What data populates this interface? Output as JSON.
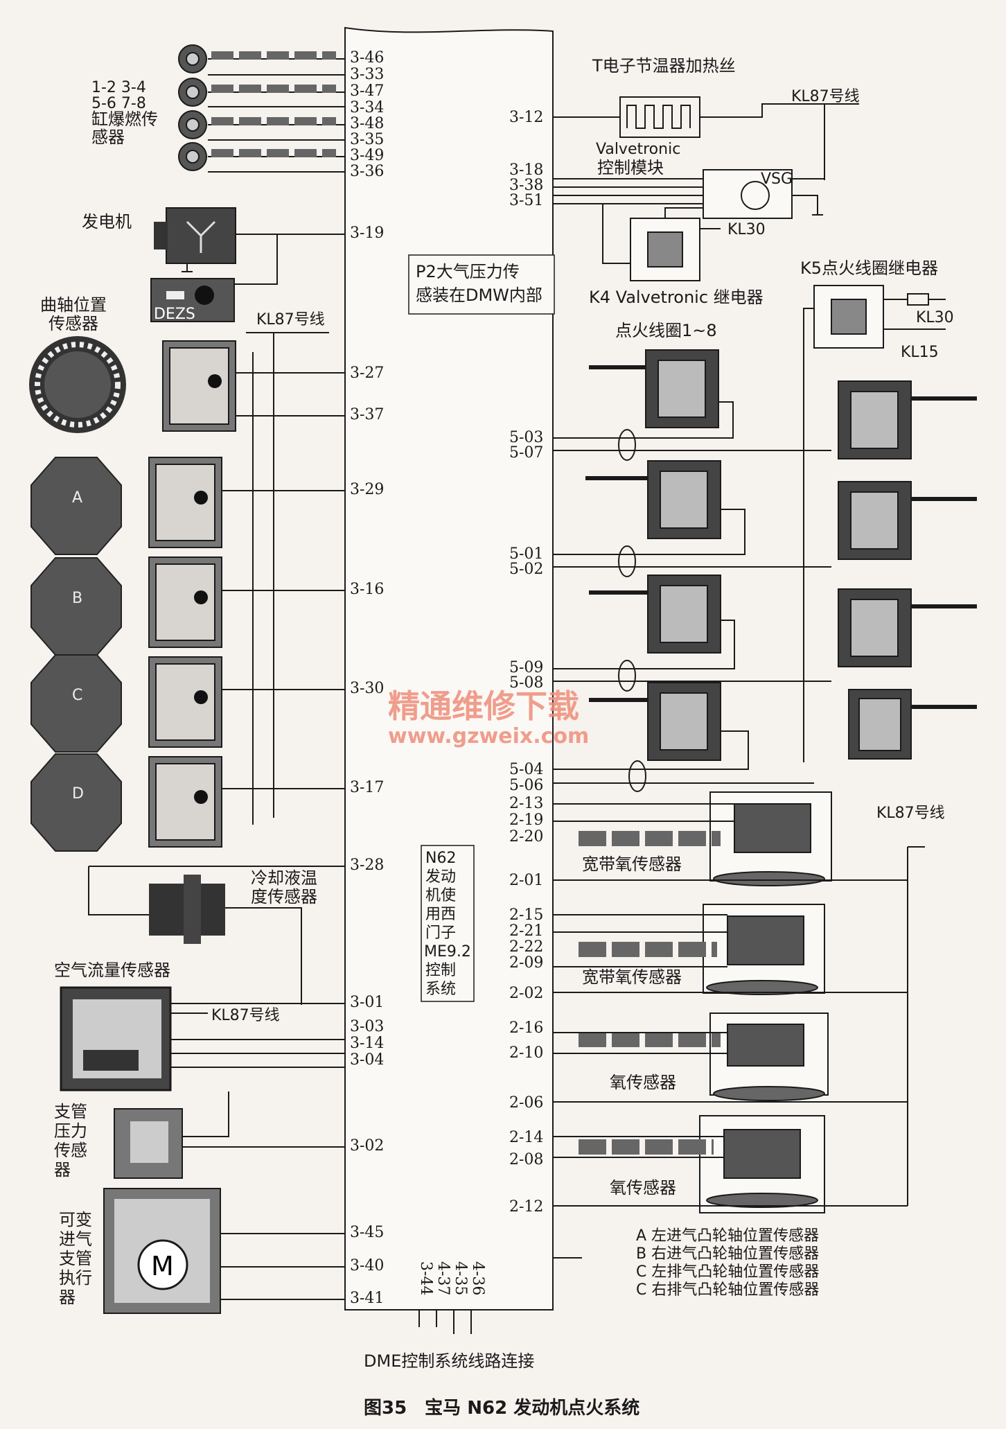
{
  "caption": "图35　宝马 N62 发动机点火系统",
  "footer_label": "DME控制系统线路连接",
  "knock_sensor_label": [
    "1-2 3-4",
    "5-6 7-8",
    "缸爆燃传",
    "感器"
  ],
  "generator_label": "发电机",
  "dezs_label": "DEZS",
  "crank_sensor_label": [
    "曲轴位置",
    "传感器"
  ],
  "kl87_top_left": "KL87号线",
  "cam_labels": [
    "A",
    "B",
    "C",
    "D"
  ],
  "coolant_label": [
    "冷却液温",
    "度传感器"
  ],
  "maf_label": "空气流量传感器",
  "kl87_maf": "KL87号线",
  "manifold_pressure_label": [
    "支管",
    "压力",
    "传感",
    "器"
  ],
  "intake_actuator_label": [
    "可变",
    "进气",
    "支管",
    "执行",
    "器"
  ],
  "thermostat_label": "T电子节温器加热丝",
  "kl87_thermostat": "KL87号线",
  "valvetronic_module_label": [
    "Valvetronic",
    "控制模块"
  ],
  "vsg_label": "VSG",
  "kl30_k4": "KL30",
  "k4_label": "K4 Valvetronic 继电器",
  "k5_label": "K5点火线圈继电器",
  "kl30_k5": "KL30",
  "kl15_k5": "KL15",
  "p2_label": [
    "P2大气压力传",
    "感装在DMW内部"
  ],
  "coil_label": "点火线圈1~8",
  "ecu_label": [
    "N62",
    "发动",
    "机使",
    "用西",
    "门子",
    "ME9.2",
    "控制",
    "系统"
  ],
  "kl87_right": "KL87号线",
  "wideband_o2_label": "宽带氧传感器",
  "o2_label": "氧传感器",
  "legend": [
    "A 左进气凸轮轴位置传感器",
    "B 右进气凸轮轴位置传感器",
    "C 左排气凸轮轴位置传感器",
    "C 右排气凸轮轴位置传感器"
  ],
  "watermark": [
    "精通维修下载",
    "www.gzweix.com"
  ],
  "left_pins": [
    "3-46",
    "3-33",
    "3-47",
    "3-34",
    "3-48",
    "3-35",
    "3-49",
    "3-36",
    "3-19",
    "3-27",
    "3-37",
    "3-29",
    "3-16",
    "3-30",
    "3-17",
    "3-28",
    "3-01",
    "3-03",
    "3-14",
    "3-04",
    "3-02",
    "3-45",
    "3-40",
    "3-41"
  ],
  "right_pins_top": [
    "3-12",
    "3-18",
    "3-38",
    "3-51"
  ],
  "right_pins_coil": [
    "5-03",
    "5-07",
    "5-01",
    "5-02",
    "5-09",
    "5-08",
    "5-04",
    "5-06"
  ],
  "right_pins_o2": [
    "2-13",
    "2-19",
    "2-20",
    "2-01",
    "2-15",
    "2-21",
    "2-22",
    "2-09",
    "2-02",
    "2-16",
    "2-10",
    "2-06",
    "2-14",
    "2-08",
    "2-12"
  ],
  "bottom_pins": [
    "3-44",
    "4-37",
    "4-35",
    "4-36"
  ]
}
